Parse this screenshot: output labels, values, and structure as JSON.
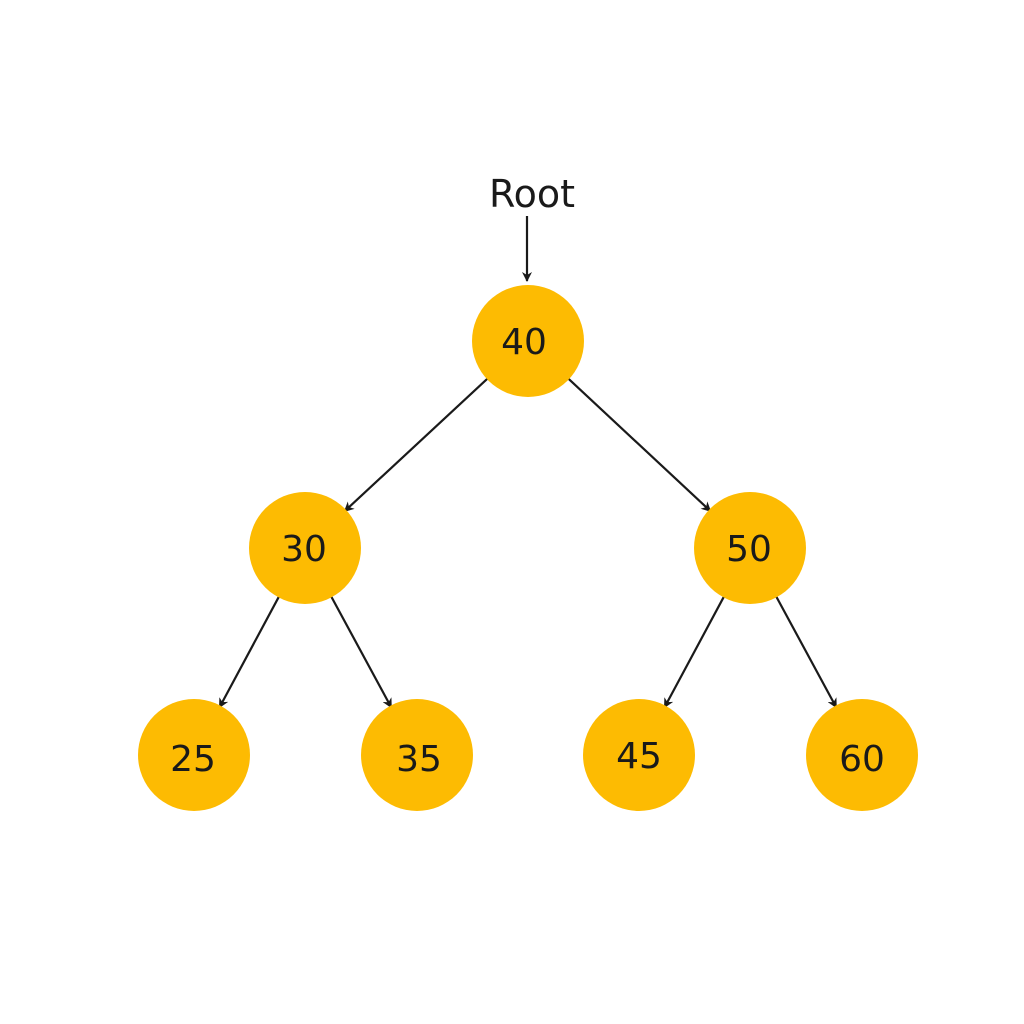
{
  "diagram": {
    "type": "binary-tree",
    "root_label": "Root",
    "colors": {
      "node_fill": "#FDBB02",
      "edge": "#1a1a1a",
      "text": "#1a1a1a",
      "background": "#ffffff"
    },
    "nodes": [
      {
        "id": "n40",
        "label": "40"
      },
      {
        "id": "n30",
        "label": "30"
      },
      {
        "id": "n50",
        "label": "50"
      },
      {
        "id": "n25",
        "label": "25"
      },
      {
        "id": "n35",
        "label": "35"
      },
      {
        "id": "n45",
        "label": "45"
      },
      {
        "id": "n60",
        "label": "60"
      }
    ],
    "edges": [
      {
        "from": "root_label",
        "to": "n40"
      },
      {
        "from": "n40",
        "to": "n30"
      },
      {
        "from": "n40",
        "to": "n50"
      },
      {
        "from": "n30",
        "to": "n25"
      },
      {
        "from": "n30",
        "to": "n35"
      },
      {
        "from": "n50",
        "to": "n45"
      },
      {
        "from": "n50",
        "to": "n60"
      }
    ]
  }
}
